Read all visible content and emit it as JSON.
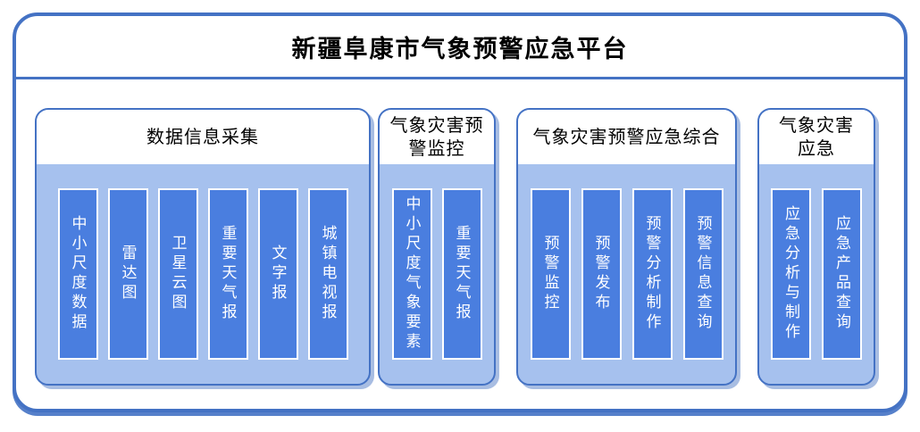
{
  "platform": {
    "title": "新疆阜康市气象预警应急平台"
  },
  "colors": {
    "frame_border": "#4472C4",
    "panel_background": "#A6C1EE",
    "bar_fill": "#4A7EDF",
    "bar_border": "#FFFFFF",
    "header_background": "#FFFFFF",
    "title_text": "#000000",
    "bar_text": "#FFFFFF"
  },
  "groups": [
    {
      "title": "数据信息采集",
      "items": [
        "中小尺度数据",
        "雷达图",
        "卫星云图",
        "重要天气报",
        "文字报",
        "城镇电视报"
      ]
    },
    {
      "title": "气象灾害预警监控",
      "items": [
        "中小尺度气象要素",
        "重要天气报"
      ]
    },
    {
      "title": "气象灾害预警应急综合",
      "items": [
        "预警监控",
        "预警发布",
        "预警分析制作",
        "预警信息查询"
      ]
    },
    {
      "title": "气象灾害应急",
      "items": [
        "应急分析与制作",
        "应急产品查询"
      ]
    }
  ]
}
